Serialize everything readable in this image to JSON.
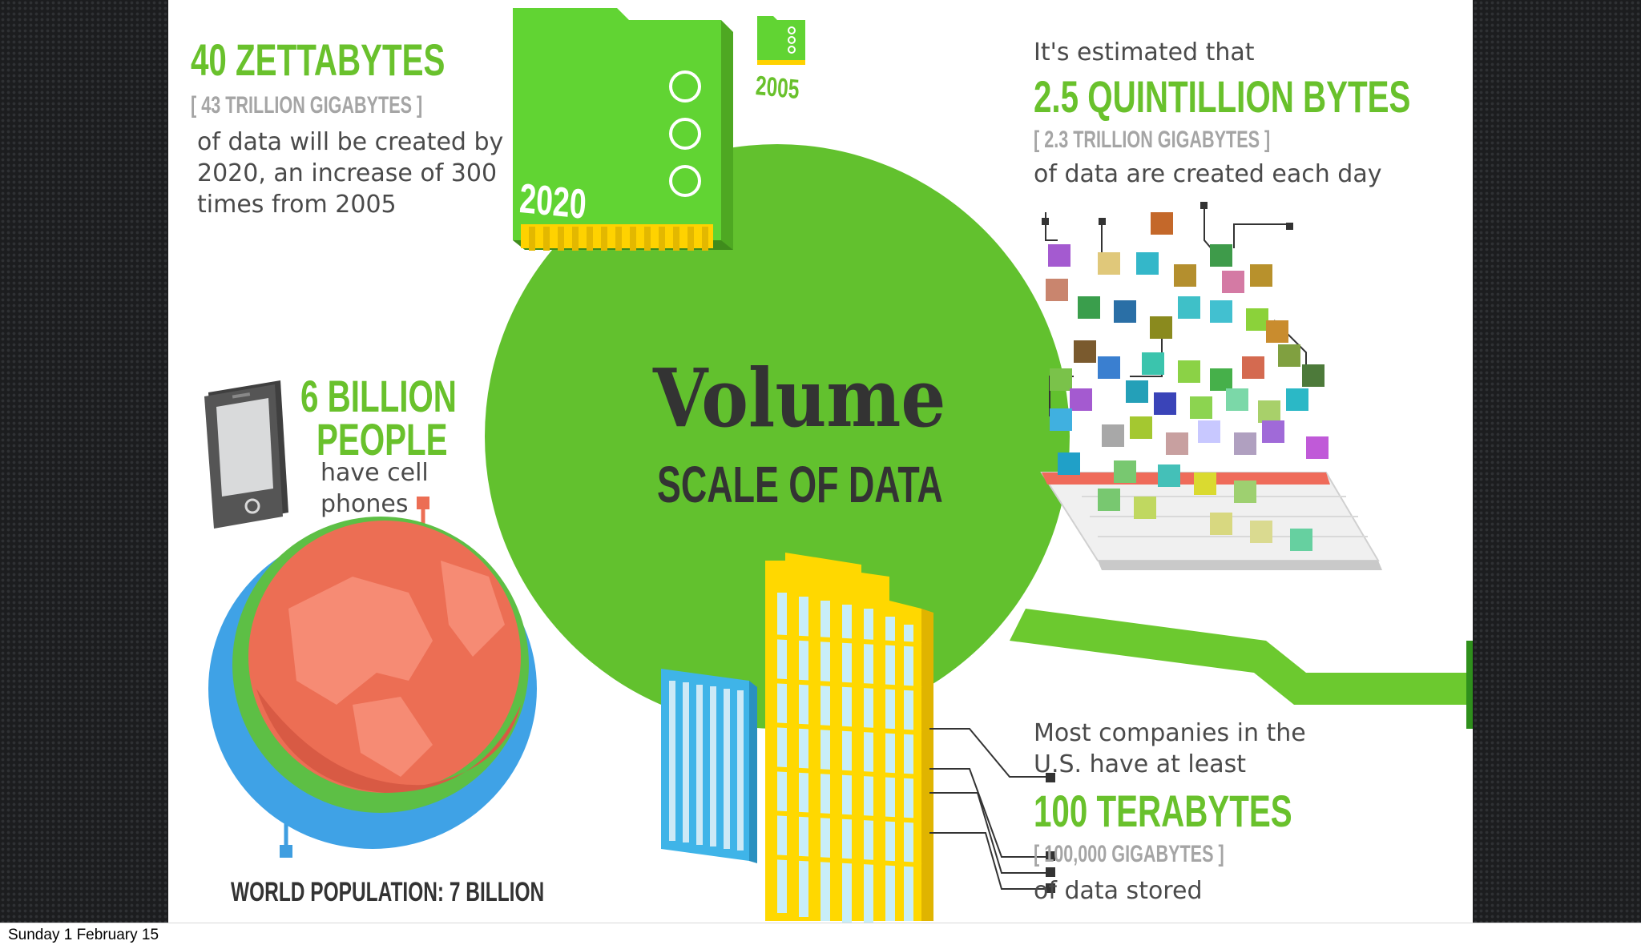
{
  "slide": {
    "zettabytes": {
      "headline": "40 ZETTABYTES",
      "sub": "[ 43 TRILLION GIGABYTES ]",
      "lines": [
        "of data will be created by",
        "2020, an increase of 300",
        "times from 2005"
      ]
    },
    "cards": {
      "big_year": "2020",
      "small_year": "2005"
    },
    "quintillion": {
      "intro": "It's estimated that",
      "headline": "2.5 QUINTILLION BYTES",
      "sub": "[ 2.3 TRILLION GIGABYTES ]",
      "line": "of data are created each day"
    },
    "center": {
      "title": "Volume",
      "subtitle": "SCALE OF DATA"
    },
    "phones": {
      "headline_1": "6 BILLION",
      "headline_2": "PEOPLE",
      "lines": [
        "have cell",
        "phones"
      ]
    },
    "population": "WORLD POPULATION: 7 BILLION",
    "terabytes": {
      "lines": [
        "Most companies in the",
        "U.S. have at least"
      ],
      "headline": "100 TERABYTES",
      "sub": "[ 100,000 GIGABYTES ]",
      "line": "of data stored"
    },
    "colors": {
      "green": "#69c12c",
      "circle": "#62c12e",
      "earth": "#ec6e54",
      "building_yellow": "#ffd800",
      "building_blue": "#3fb4e8"
    },
    "icons": [
      "phone-icon",
      "globe-icon",
      "memory-card-icon",
      "server-grid-icon",
      "buildings-icon"
    ]
  },
  "footer": {
    "date": "Sunday 1 February 15"
  }
}
